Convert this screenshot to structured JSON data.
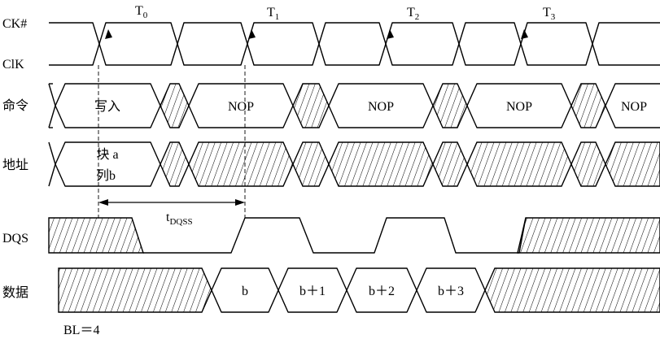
{
  "signals": {
    "ck_hash": "CK#",
    "clk": "ClK",
    "command": "命令",
    "address": "地址",
    "dqs": "DQS",
    "data": "数据"
  },
  "clock_ticks": [
    "T",
    "T",
    "T",
    "T"
  ],
  "clock_tick_subs": [
    "0",
    "1",
    "2",
    "3"
  ],
  "command_cells": [
    "写入",
    "NOP",
    "NOP",
    "NOP",
    "NOP"
  ],
  "address_lines": [
    "块 a",
    "列b"
  ],
  "timing": {
    "main": "t",
    "sub": "DQSS"
  },
  "data_cells": [
    "b",
    "b＋1",
    "b＋2",
    "b＋3"
  ],
  "burst_length": "BL＝4"
}
